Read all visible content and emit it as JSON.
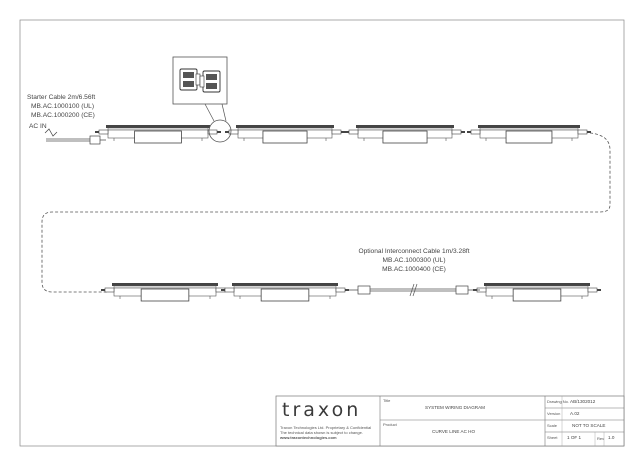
{
  "labels": {
    "starter_cable": "Starter Cable 2m/6.56ft",
    "starter_ul": "MB.AC.1000100 (UL)",
    "starter_ce": "MB.AC.1000200 (CE)",
    "ac_in": "AC IN",
    "intercon_title": "Optional Interconnect Cable 1m/3.28ft",
    "intercon_ul": "MB.AC.1000300 (UL)",
    "intercon_ce": "MB.AC.1000400 (CE)"
  },
  "title_block": {
    "logo": "traxon",
    "company_lines": [
      "Traxon Technologies Ltd. Proprietary & Confidential",
      "The technical data shown is subject to change.",
      "www.traxontechnologies.com"
    ],
    "title_caption": "Title",
    "title_value": "SYSTEM WIRING DIAGRAM",
    "product_caption": "Product",
    "product_value": "CURVE LINE AC HO",
    "fields": [
      {
        "caption": "Drawing No.",
        "value": "AB/1302012"
      },
      {
        "caption": "Version",
        "value": "A.02"
      },
      {
        "caption": "Scale",
        "value": "NOT TO SCALE"
      },
      {
        "caption": "Sheet",
        "value": "1 OF 1",
        "extra_caption": "Rev",
        "extra_value": "1.0"
      }
    ]
  },
  "colors": {
    "line": "#555555",
    "fixture_fill": "#ffffff",
    "fixture_dark": "#444444"
  }
}
